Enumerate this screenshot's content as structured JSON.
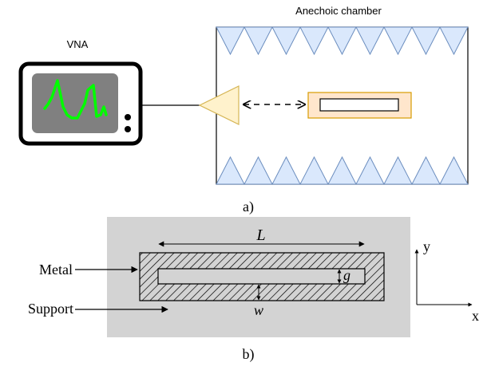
{
  "setup": {
    "chamber_label": "Anechoic chamber",
    "vna_label": "VNA",
    "caption": "a)"
  },
  "sample": {
    "length_symbol": "L",
    "gap_symbol": "g",
    "width_symbol": "w",
    "metal_label": "Metal",
    "support_label": "Support",
    "axis_y": "y",
    "axis_x": "x",
    "caption": "b)"
  },
  "colors": {
    "absorber_fill": "#dae8fc",
    "absorber_stroke": "#6c8ebf",
    "horn_fill": "#fff2cc",
    "horn_stroke": "#d6b656",
    "sample_fill": "#ffe6cc",
    "sample_stroke": "#d79b00",
    "screen": "#808080",
    "trace": "#00ff00",
    "support": "#d3d3d3",
    "ink": "#000000"
  }
}
